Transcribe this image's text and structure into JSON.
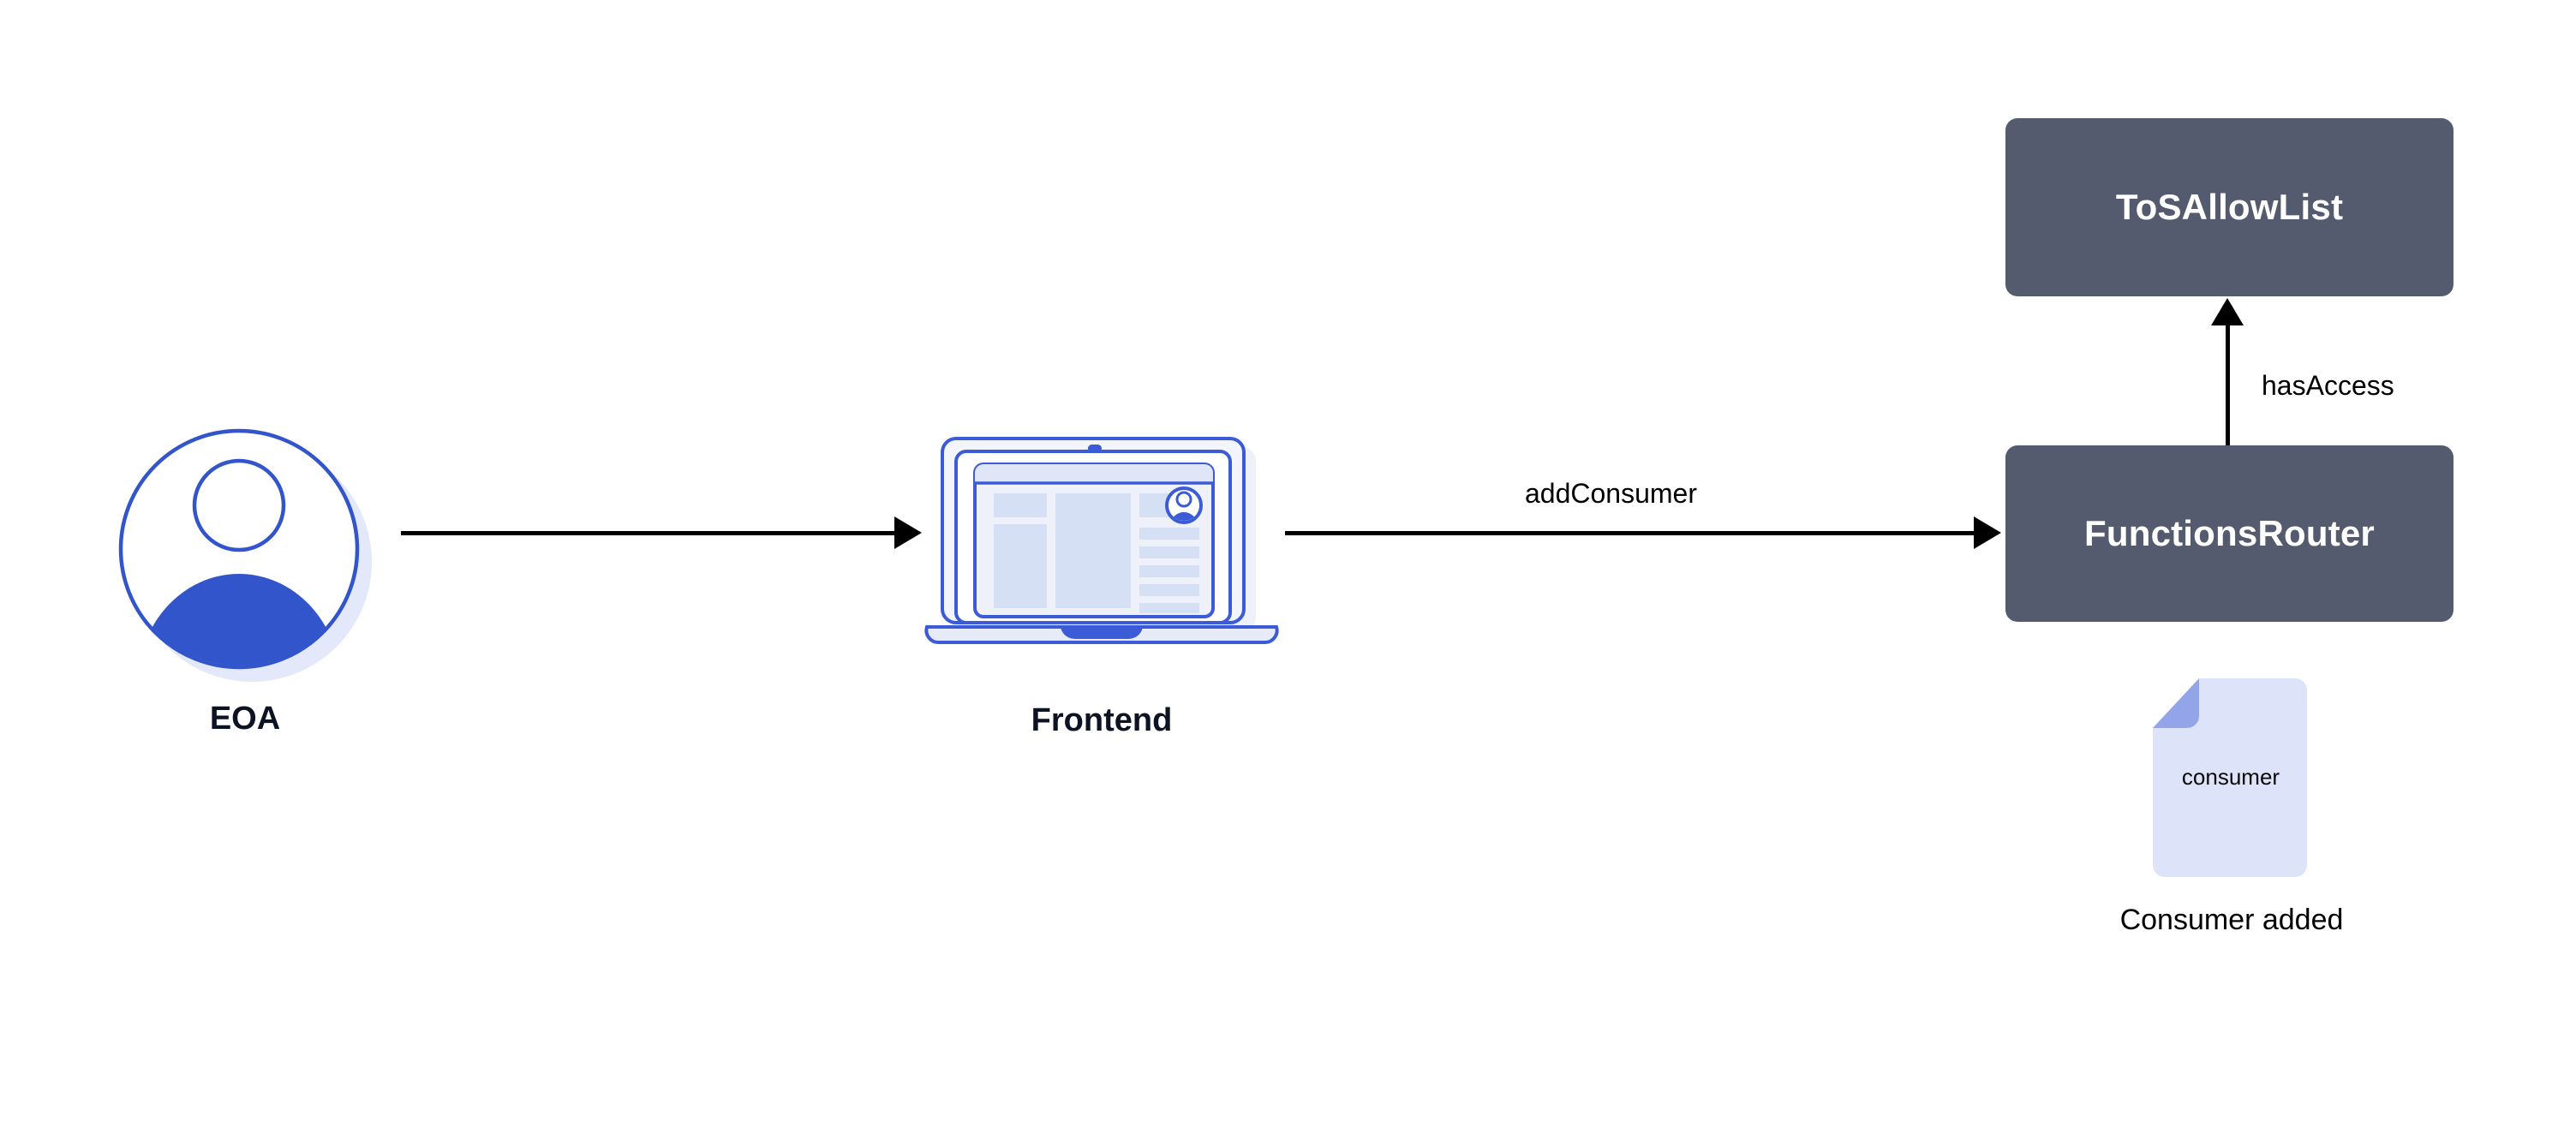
{
  "diagram": {
    "title": "Chainlink Functions addConsumer flow",
    "background_color": "#ffffff",
    "colors": {
      "contract_box_fill": "#555b6e",
      "contract_box_text": "#ffffff",
      "accent_blue": "#3c5bd6",
      "deep_blue": "#3355cc",
      "light_lavender": "#dde3f8",
      "shadow_lavender": "#e3e8fa",
      "fold_blue": "#93a5e8",
      "screen_block": "#d6e0f5",
      "screen_bg": "#eef1fa",
      "caption_navy": "#0c1423",
      "arrow_black": "#000000"
    }
  },
  "nodes": {
    "eoa": {
      "caption": "EOA",
      "icon": "person-avatar-icon"
    },
    "frontend": {
      "caption": "Frontend",
      "icon": "laptop-icon"
    },
    "tos_allow_list": {
      "label": "ToSAllowList",
      "shape": "rounded-rect"
    },
    "functions_router": {
      "label": "FunctionsRouter",
      "shape": "rounded-rect"
    },
    "consumer_doc": {
      "file_label": "consumer",
      "caption": "Consumer added",
      "icon": "document-icon"
    }
  },
  "edges": {
    "eoa_to_frontend": {
      "label": "",
      "direction": "right"
    },
    "frontend_to_router": {
      "label": "addConsumer",
      "direction": "right"
    },
    "router_to_allowlist": {
      "label": "hasAccess",
      "direction": "up"
    }
  }
}
